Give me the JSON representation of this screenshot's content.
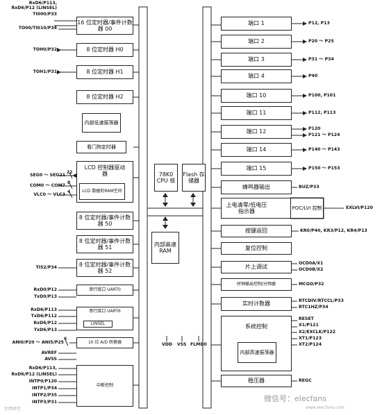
{
  "left_blocks": {
    "timer00": "16 位定时器/事件计数器 00",
    "timer_h0": "8 位定时器 H0",
    "timer_h1": "8 位定时器 H1",
    "timer_h2": "8 位定时器 H2",
    "osc_low": "内部低速振荡器",
    "watchdog": "看门狗定时器",
    "lcd_ctrl": "LCD 控制器驱动器",
    "lcd_ram": "LCD 数据的RAM空间",
    "timer50": "8 位定时器/事件计数器 50",
    "timer51": "8 位定时器/事件计数器 51",
    "timer52": "8 位定时器/事件计数器 52",
    "uart0": "串行接口 UART0",
    "uart6": "串行接口 UART6",
    "linsel": "LINSEL",
    "adc": "10 位 A/D 转换器",
    "interrupt": "中断控制"
  },
  "left_pins": {
    "p1": "RxD6/P113,",
    "p2": "RxD6/P12 (LINSEL)",
    "p3": "TI000/P33",
    "p4": "TO00/TI010/P34",
    "p5": "TOH0/P32",
    "p6": "TOH1/P31",
    "p7": "SEG0 ～ SEG21",
    "p8": "COM0 ～ COM7",
    "p9": "VLC0 ～ VLC3",
    "p10": "TI52/P34",
    "p11": "RxD0/P12",
    "p12": "TxD0/P13",
    "p13": "RxD6/P113",
    "p14": "TxD6/P112",
    "p15": "RxD6/P12",
    "p16": "TxD6/P13",
    "p17": "ANI0/P20 ～ ANI5/P25",
    "p18": "AVREF",
    "p19": "AVSS",
    "p20": "RxD6/P113,",
    "p21": "RxD6/P12 (LINSEL)",
    "p22": "INTP0/P120",
    "p23": "INTP1/P34",
    "p24": "INTP2/P35",
    "p25": "INTP3/P31"
  },
  "bus_counts": {
    "seg": "22",
    "com": "8",
    "vlc": "4",
    "adc": "6"
  },
  "center": {
    "cpu": "78K0 CPU 核",
    "flash": "Flash 存储器",
    "ram": "内部高速 RAM",
    "vdd": "VDD",
    "vss": "VSS",
    "flmd0": "FLMD0"
  },
  "right_blocks": {
    "port1": "端口 1",
    "port2": "端口 2",
    "port3": "端口 3",
    "port4": "端口 4",
    "port10": "端口 10",
    "port11": "端口 11",
    "port12": "端口 12",
    "port14": "端口 14",
    "port15": "端口 15",
    "buzzer": "蜂鸣器输出",
    "poc_lvi": "上电清零/低电压指示器",
    "poc_lvi_ctrl": "POC/LVI 控制",
    "key": "按键返回",
    "reset": "复位控制",
    "ocd": "片上调试",
    "clk_out": "时钟输出控制/分频器",
    "rtc": "实时计数器",
    "sys": "系统控制",
    "osc_high": "内部高速振荡器",
    "reg": "稳压器"
  },
  "right_pins": {
    "r1": "P12, P13",
    "r2": "P20 ～ P25",
    "r3": "P31 ～ P34",
    "r4": "P40",
    "r5": "P100, P101",
    "r6": "P112, P113",
    "r7": "P120",
    "r8": "P121 ～ P124",
    "r9": "P140 ～ P143",
    "r10": "P150 ～ P153",
    "r11": "BUZ/P33",
    "r12": "EXLVI/P120",
    "r13": "KR0/P40, KR3/P12, KR4/P13",
    "r14": "OCD0A/X1",
    "r15": "OCD0B/X2",
    "r16": "MCGO/P32",
    "r17": "RTCDIV/RTCCL/P33",
    "r18": "RTC1HZ/P34",
    "r19": "RESET",
    "r20": "X1/P121",
    "r21": "X2/EXCLK/P122",
    "r22": "XT1/P123",
    "r23": "XT2/P124",
    "r24": "REGC"
  },
  "watermark": "微信号：elecfans",
  "footer_left": "大西时代",
  "footer_right": "www.elecfans.com"
}
